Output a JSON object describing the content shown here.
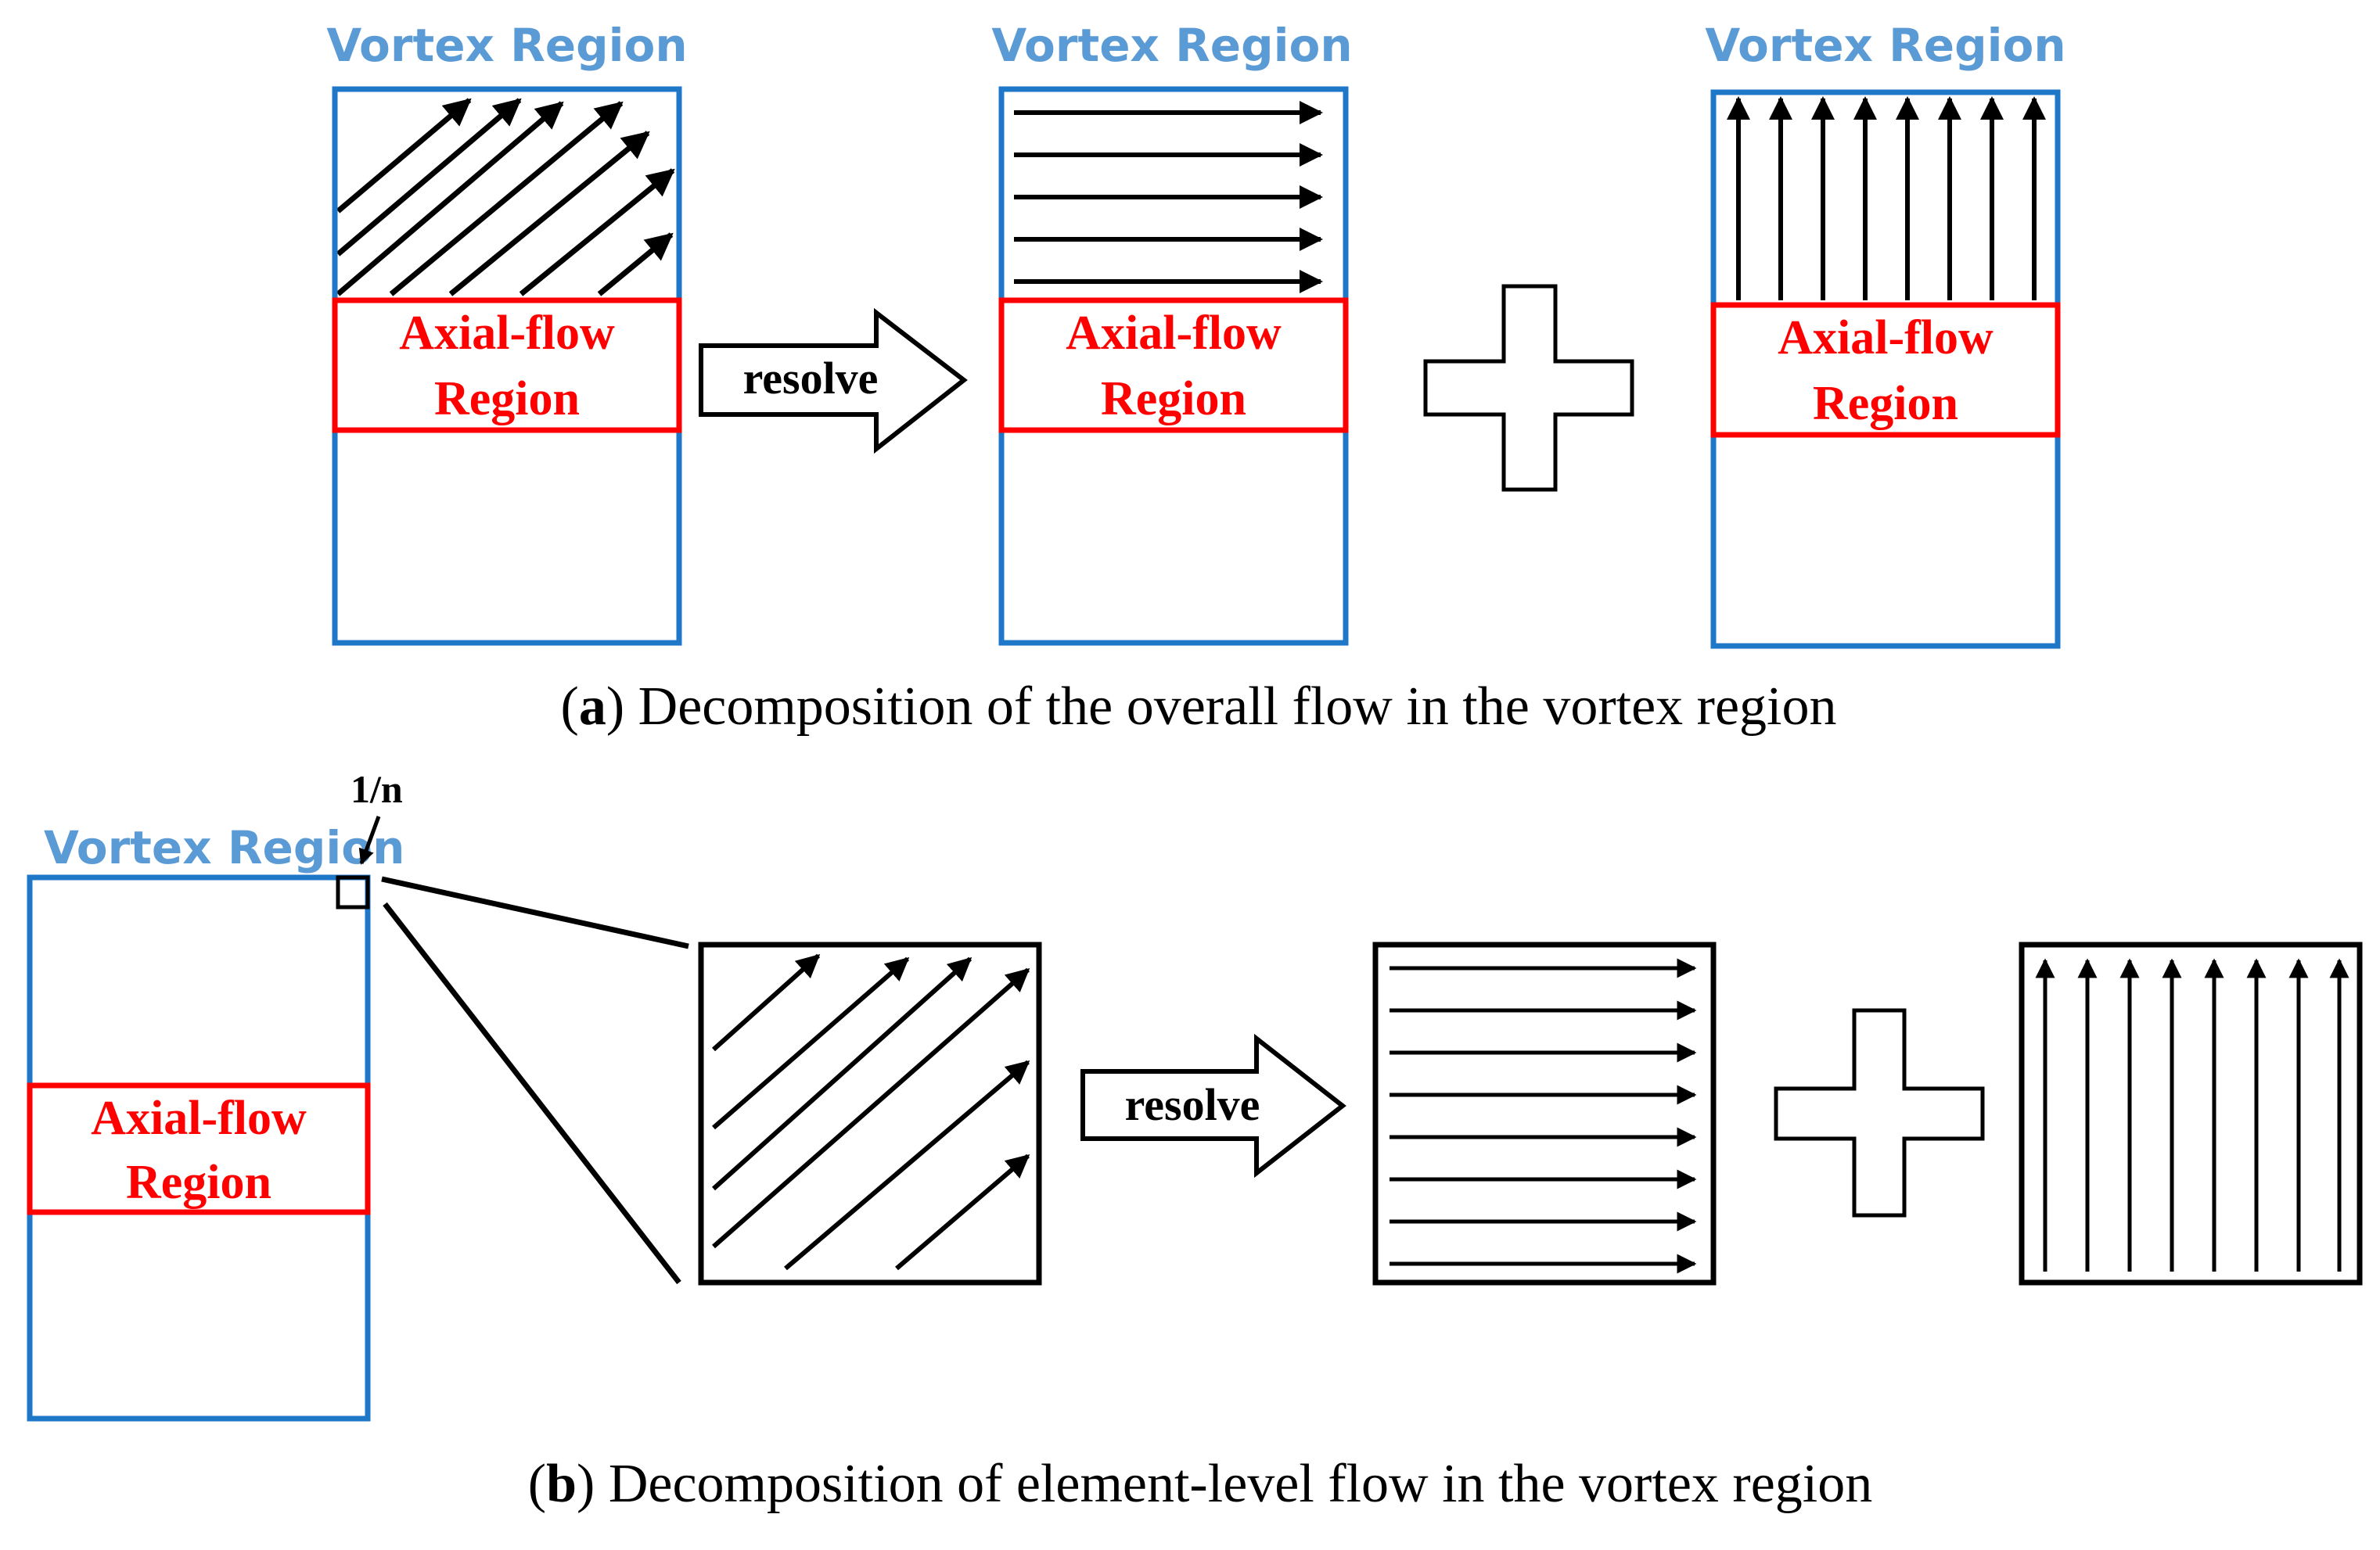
{
  "colors": {
    "vortex": "#1f77c8",
    "vortex_label": "#5b9bd5",
    "axial": "#ff0000",
    "ink": "#000000"
  },
  "labels": {
    "vortex_region": "Vortex Region",
    "axial_line1": "Axial-flow",
    "axial_line2": "Region",
    "resolve": "resolve",
    "fraction": "1/n"
  },
  "captions": {
    "a_letter": "a",
    "a_text": "Decomposition of the overall flow in the vortex region",
    "b_letter": "b",
    "b_text": "Decomposition of element-level flow in the vortex region"
  },
  "icons": [
    "arrow-icon",
    "plus-icon",
    "resolve-arrow-icon"
  ]
}
